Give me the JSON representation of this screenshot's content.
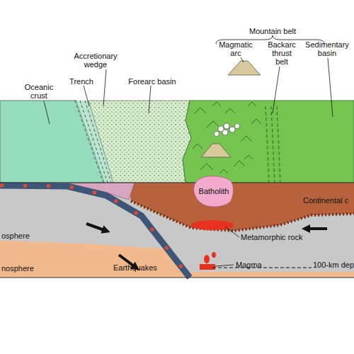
{
  "diagram": {
    "nodes": [
      {
        "text": [
          "Batholith"
        ]
      }
    ],
    "labels": [
      "Mountain belt",
      "Oceanic crust",
      "Trench",
      "Accretionary wedge",
      "Forearc basin",
      "Magmatic arc",
      "Backarc thrust belt",
      "Sedimentary basin",
      "Continental c",
      "osphere",
      "Metamorphic rock",
      "Earthquakes",
      "Magma",
      "nosphere",
      "100-km dep"
    ]
  }
}
